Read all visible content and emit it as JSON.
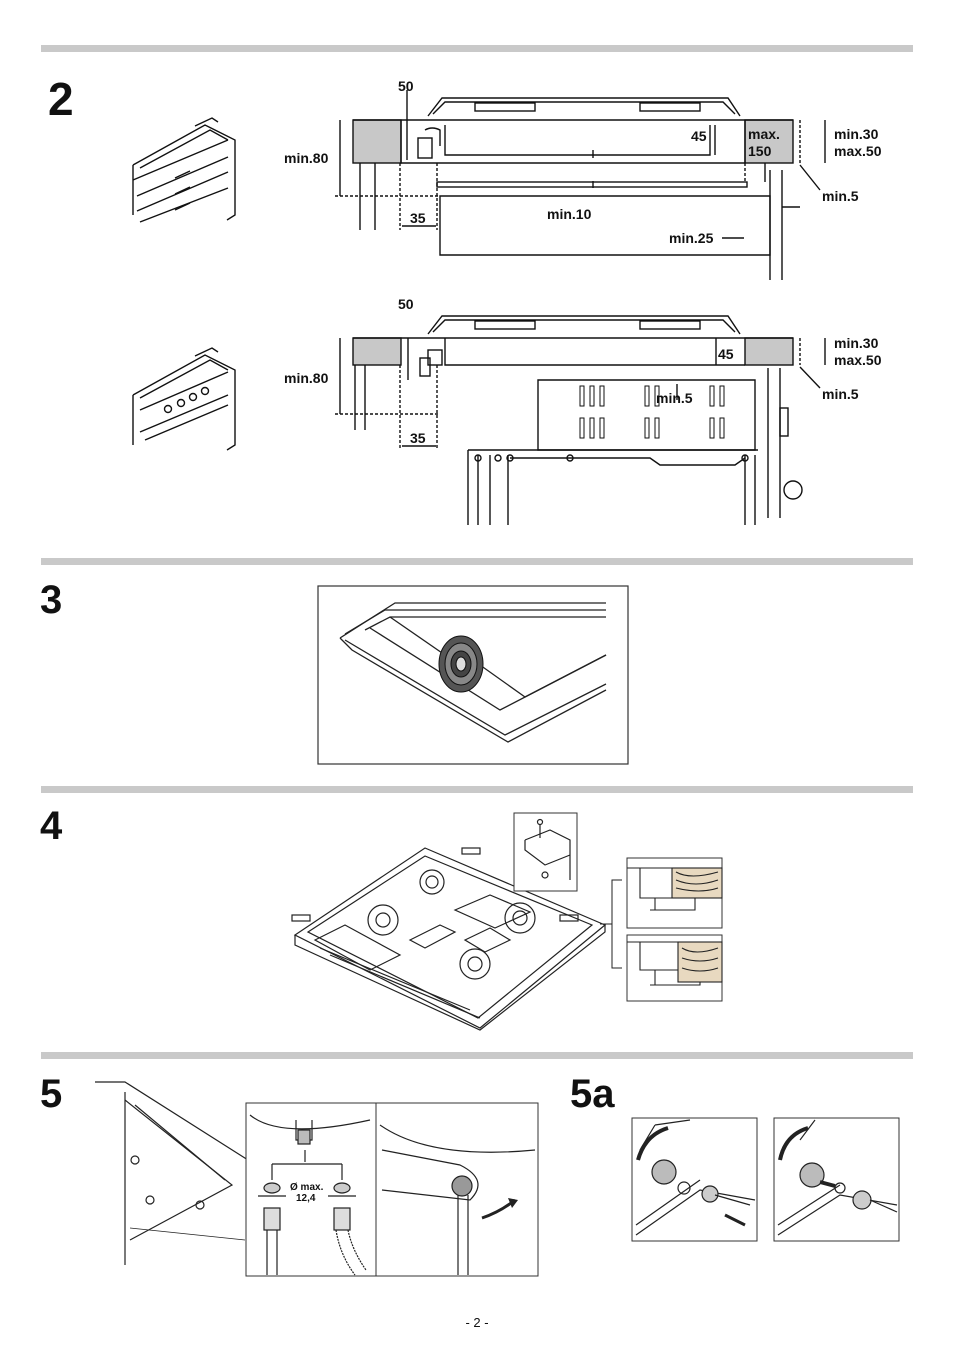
{
  "sections": {
    "s2": {
      "number": "2"
    },
    "s3": {
      "number": "3"
    },
    "s4": {
      "number": "4"
    },
    "s5": {
      "number": "5"
    },
    "s5a": {
      "number": "5a"
    }
  },
  "fig2a": {
    "d50": "50",
    "d45": "45",
    "max150_a": "max.",
    "max150_b": "150",
    "min30": "min.30",
    "max50": "max.50",
    "min80": "min.80",
    "min5": "min.5",
    "d35": "35",
    "min10": "min.10",
    "min25": "min.25"
  },
  "fig2b": {
    "d50": "50",
    "d45": "45",
    "min30": "min.30",
    "max50": "max.50",
    "min80": "min.80",
    "min5_right": "min.5",
    "min5_inner": "min.5",
    "d35": "35"
  },
  "fig5": {
    "dia": "Ø max.",
    "dia_val": "12,4"
  },
  "footer": {
    "page": "- 2 -"
  }
}
